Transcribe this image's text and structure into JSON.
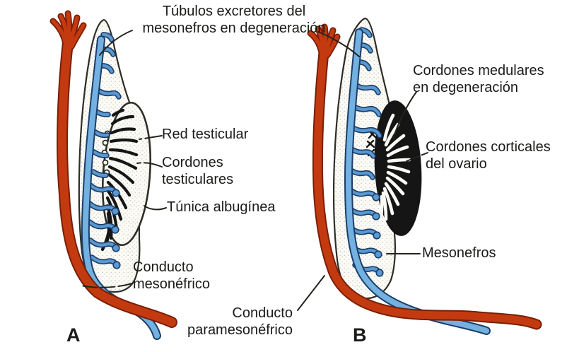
{
  "labels": {
    "tubulos_line1": "Túbulos excretores del",
    "tubulos_line2": "mesonefros en degeneración",
    "red_testicular": "Red testicular",
    "cordones_testiculares_line1": "Cordones",
    "cordones_testiculares_line2": "testiculares",
    "tunica_albuginea": "Túnica albugínea",
    "conducto_mesonefrico_line1": "Conducto",
    "conducto_mesonefrico_line2": "mesonéfrico",
    "cordones_medulares_line1": "Cordones medulares",
    "cordones_medulares_line2": "en degeneración",
    "cordones_corticales_line1": "Cordones corticales",
    "cordones_corticales_line2": "del ovario",
    "mesonefros": "Mesonefros",
    "conducto_paramesonefrico_line1": "Conducto",
    "conducto_paramesonefrico_line2": "paramesonéfrico",
    "panel_a": "A",
    "panel_b": "B"
  },
  "colors": {
    "duct_red": "#c43a10",
    "duct_red_dark": "#7a1e06",
    "duct_blue": "#73b1e1",
    "tubule_blue": "#5899d3",
    "duct_blue_dark": "#1d3e68",
    "cord_black": "#151515",
    "body_outline": "#2f2e26",
    "text": "#1b1b19",
    "background": "#ffffff"
  }
}
